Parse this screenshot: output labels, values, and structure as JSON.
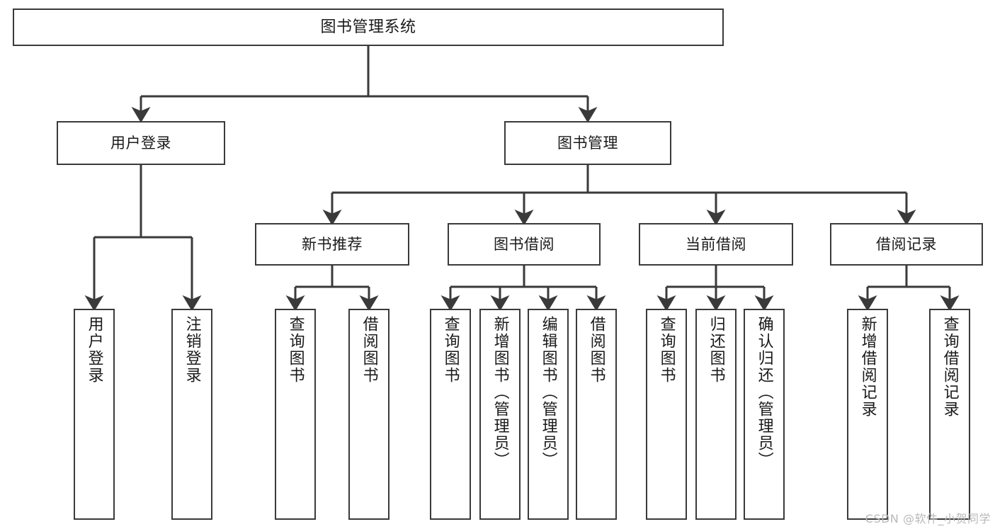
{
  "diagram": {
    "title": "图书管理系统",
    "type": "hierarchy-tree",
    "watermark": "CSDN @软件_小贺同学",
    "colors": {
      "background": "#ffffff",
      "stroke": "#3a3a3a",
      "text": "#1a1a1a",
      "watermark": "#b9b9b9"
    },
    "root": {
      "label": "图书管理系统"
    },
    "level2": [
      {
        "label": "用户登录"
      },
      {
        "label": "图书管理"
      }
    ],
    "level3": [
      {
        "label": "新书推荐"
      },
      {
        "label": "图书借阅"
      },
      {
        "label": "当前借阅"
      },
      {
        "label": "借阅记录"
      }
    ],
    "leaves": {
      "user_login": [
        {
          "label": "用户登录"
        },
        {
          "label": "注销登录"
        }
      ],
      "new_book_recommend": [
        {
          "label": "查询图书"
        },
        {
          "label": "借阅图书"
        }
      ],
      "book_borrow": [
        {
          "label": "查询图书"
        },
        {
          "label": "新增图书（管理员）"
        },
        {
          "label": "编辑图书（管理员）"
        },
        {
          "label": "借阅图书"
        }
      ],
      "current_borrow": [
        {
          "label": "查询图书"
        },
        {
          "label": "归还图书"
        },
        {
          "label": "确认归还（管理员）"
        }
      ],
      "borrow_record": [
        {
          "label": "新增借阅记录"
        },
        {
          "label": "查询借阅记录"
        }
      ]
    }
  }
}
